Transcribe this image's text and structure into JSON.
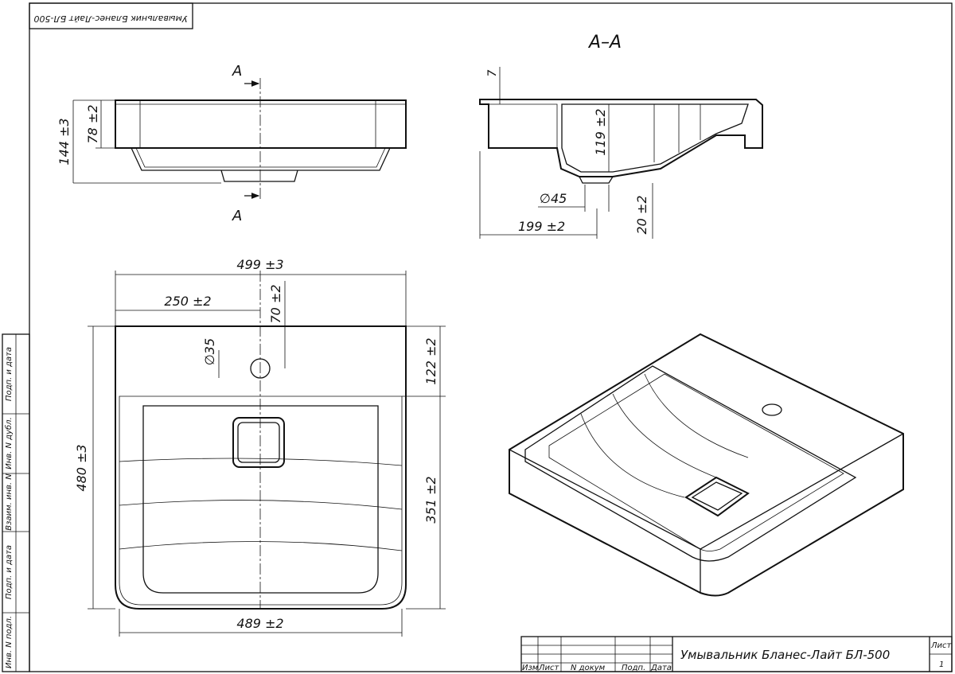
{
  "drawing": {
    "corner_stamp": "Умывальник Бланес-Лайт БЛ-500",
    "section_label": "А–А",
    "cut_mark": "А"
  },
  "side_view": {
    "height_total": "144 ±3",
    "height_rim": "78 ±2"
  },
  "section": {
    "wall": "7",
    "depth": "119 ±2",
    "drain_dia": "∅45",
    "drain_height": "20 ±2",
    "drain_offset": "199 ±2"
  },
  "plan_view": {
    "width_total": "499 ±3",
    "hole_offset_x": "250 ±2",
    "hole_offset_y": "70 ±2",
    "hole_dia": "∅35",
    "depth_total": "480 ±3",
    "back_ledge": "122 ±2",
    "bowl_depth": "351 ±2",
    "bottom_width": "489 ±2"
  },
  "side_stamp": [
    "Подп. и дата",
    "Инв. N дубл.",
    "Взаим. инв. N",
    "Подп. и дата",
    "Инв. N подл."
  ],
  "title_block": {
    "col_labels": [
      "Изм",
      "Лист",
      "N докум",
      "Подп.",
      "Дата"
    ],
    "title": "Умывальник Бланес-Лайт БЛ-500",
    "sheet_label": "Лист",
    "sheet_no": "1"
  }
}
